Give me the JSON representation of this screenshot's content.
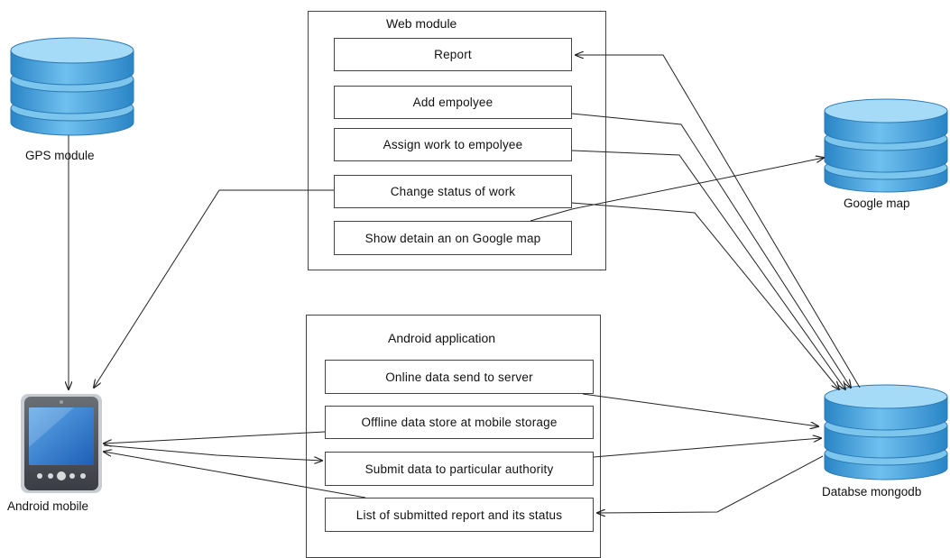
{
  "web_module": {
    "title": "Web module",
    "items": [
      "Report",
      "Add empolyee",
      "Assign work to empolyee",
      "Change status of work",
      "Show detain an on Google map"
    ]
  },
  "android_app": {
    "title": "Android application",
    "items": [
      "Online data send to server",
      "Offline data store at mobile storage",
      "Submit data to particular authority",
      "List of submitted report and its status"
    ]
  },
  "nodes": {
    "gps": "GPS module",
    "google_map": "Google map",
    "android_mobile": "Android mobile",
    "database": "Databse mongodb"
  },
  "colors": {
    "db_top": "#8fd0f4",
    "db_body": "#3c9ad6",
    "db_dark": "#1d6fae",
    "stroke": "#222222"
  },
  "icons": {
    "gps": "database-icon",
    "google_map": "database-icon",
    "database": "database-icon",
    "android_mobile": "smartphone-icon"
  }
}
